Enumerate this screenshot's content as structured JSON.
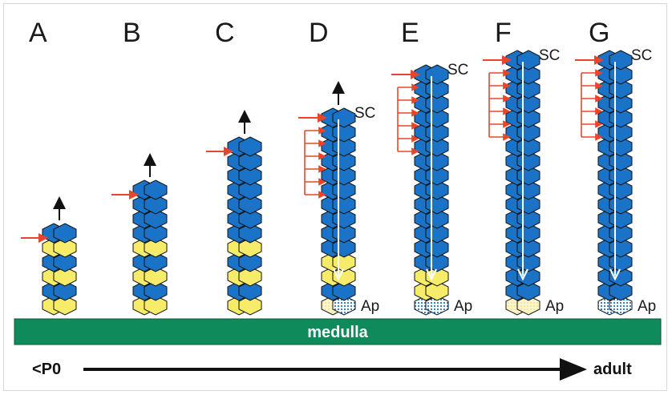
{
  "panels": [
    {
      "letter": "A",
      "units": [
        "b",
        "y",
        "b",
        "y",
        "b",
        "y"
      ],
      "sc": false,
      "ap": false,
      "ap_label": "",
      "sc_label": "",
      "top_arrow": true,
      "red_arrows": 1,
      "white_arrow": false
    },
    {
      "letter": "B",
      "units": [
        "b",
        "b",
        "b",
        "b",
        "y",
        "b",
        "y",
        "b",
        "y"
      ],
      "sc": false,
      "ap": false,
      "ap_label": "",
      "sc_label": "",
      "top_arrow": true,
      "red_arrows": 1,
      "white_arrow": false
    },
    {
      "letter": "C",
      "units": [
        "b",
        "b",
        "b",
        "b",
        "b",
        "b",
        "b",
        "y",
        "b",
        "y",
        "b",
        "y"
      ],
      "sc": false,
      "ap": false,
      "ap_label": "",
      "sc_label": "",
      "top_arrow": true,
      "red_arrows": 1,
      "white_arrow": false
    },
    {
      "letter": "D",
      "units": [
        "b",
        "b",
        "b",
        "b",
        "b",
        "b",
        "b",
        "b",
        "b",
        "b",
        "y",
        "y",
        "b"
      ],
      "ap_units": [
        "w",
        "d"
      ],
      "sc_label": "SC",
      "ap_label": "Ap",
      "top_arrow": true,
      "red_arrows": 6,
      "white_arrow": true
    },
    {
      "letter": "E",
      "units": [
        "b",
        "b",
        "b",
        "b",
        "b",
        "b",
        "b",
        "b",
        "b",
        "b",
        "b",
        "b",
        "b",
        "b",
        "y",
        "y"
      ],
      "ap_units": [
        "d",
        "d"
      ],
      "sc_label": "SC",
      "ap_label": "Ap",
      "top_arrow": false,
      "red_arrows": 6,
      "white_arrow": true
    },
    {
      "letter": "F",
      "units": [
        "b",
        "b",
        "b",
        "b",
        "b",
        "b",
        "b",
        "b",
        "b",
        "b",
        "b",
        "b",
        "b",
        "b",
        "b",
        "b",
        "b"
      ],
      "ap_units": [
        "w",
        "w"
      ],
      "sc_label": "SC",
      "ap_label": "Ap",
      "top_arrow": false,
      "red_arrows": 6,
      "white_arrow": true
    },
    {
      "letter": "G",
      "units": [
        "b",
        "b",
        "b",
        "b",
        "b",
        "b",
        "b",
        "b",
        "b",
        "b",
        "b",
        "b",
        "b",
        "b",
        "b",
        "b",
        "b"
      ],
      "ap_units": [
        "d",
        "d"
      ],
      "sc_label": "SC",
      "ap_label": "Ap",
      "top_arrow": false,
      "red_arrows": 6,
      "white_arrow": true
    }
  ],
  "medulla_label": "medulla",
  "timeline": {
    "start": "<P0",
    "end": "adult"
  },
  "colors": {
    "blue": "#1a73c7",
    "yellow": "#f6ec6a",
    "red": "#e8462c",
    "medulla": "#0f8a5a",
    "outline": "#111111",
    "pale": "#fbf4c9"
  }
}
